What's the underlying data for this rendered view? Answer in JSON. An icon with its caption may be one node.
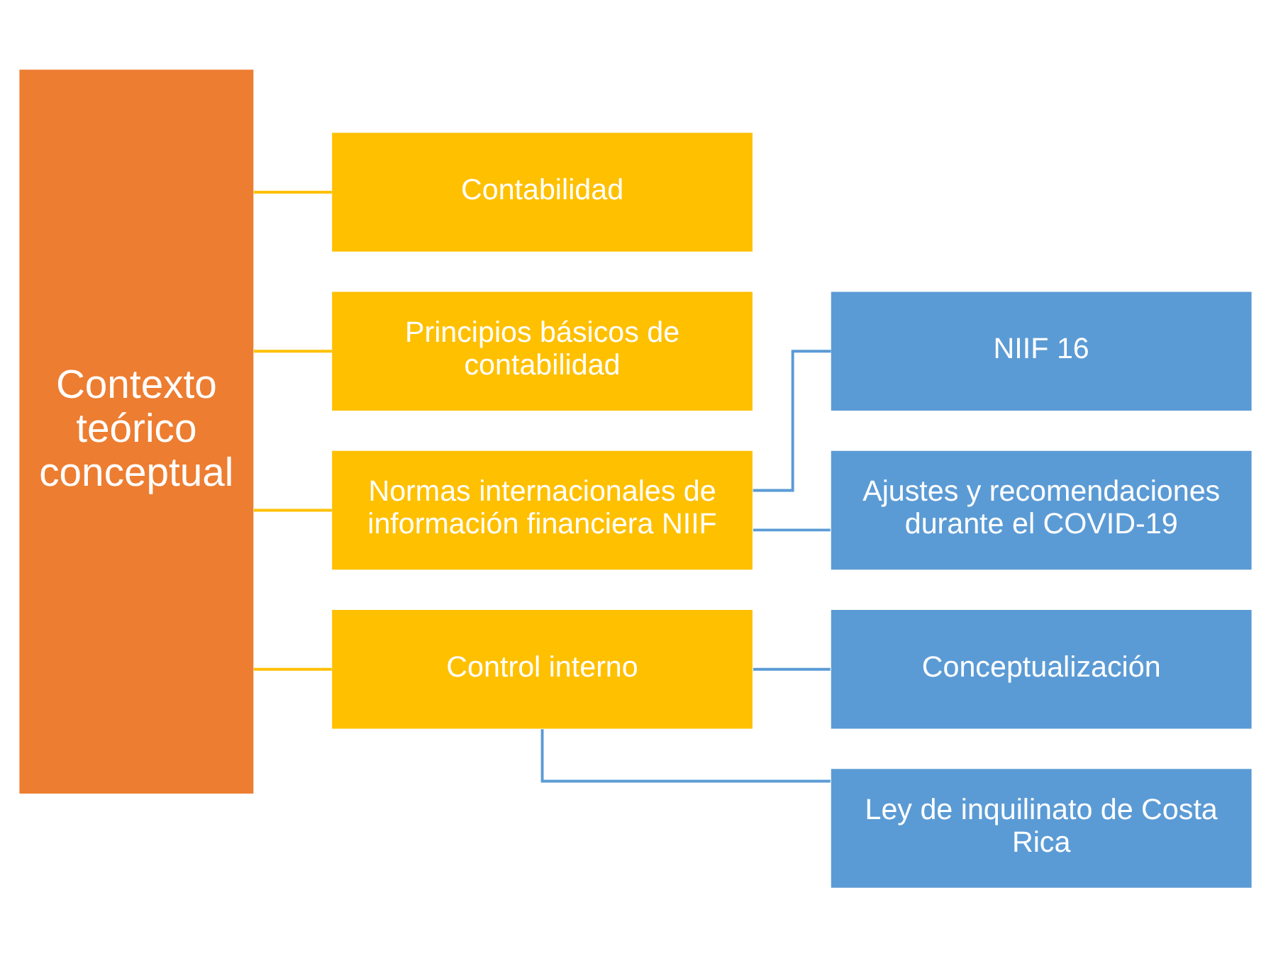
{
  "diagram": {
    "nodes": [
      {
        "text": [
          "Contexto teórico conceptual"
        ]
      },
      {
        "text": [
          "Contabilidad"
        ]
      },
      {
        "text": [
          "Principios básicos de contabilidad"
        ]
      },
      {
        "text": [
          "Normas internacionales de información financiera NIIF"
        ]
      },
      {
        "text": [
          "Control interno"
        ]
      },
      {
        "text": [
          "NIIF 16"
        ]
      },
      {
        "text": [
          "Ajustes y recomendaciones durante el COVID-19"
        ]
      },
      {
        "text": [
          "Conceptualización"
        ]
      },
      {
        "text": [
          "Ley de inquilinato de Costa Rica"
        ]
      }
    ],
    "edges": [
      {
        "from": 0,
        "to": 1,
        "arrow": "none",
        "color": "#ffc000"
      },
      {
        "from": 0,
        "to": 2,
        "arrow": "none",
        "color": "#ffc000"
      },
      {
        "from": 0,
        "to": 3,
        "arrow": "none",
        "color": "#ffc000"
      },
      {
        "from": 0,
        "to": 4,
        "arrow": "none",
        "color": "#ffc000"
      },
      {
        "from": 3,
        "to": 5,
        "arrow": "none",
        "color": "#5b9bd5"
      },
      {
        "from": 3,
        "to": 6,
        "arrow": "none",
        "color": "#5b9bd5"
      },
      {
        "from": 4,
        "to": 7,
        "arrow": "none",
        "color": "#5b9bd5"
      },
      {
        "from": 4,
        "to": 8,
        "arrow": "none",
        "color": "#5b9bd5"
      }
    ]
  }
}
